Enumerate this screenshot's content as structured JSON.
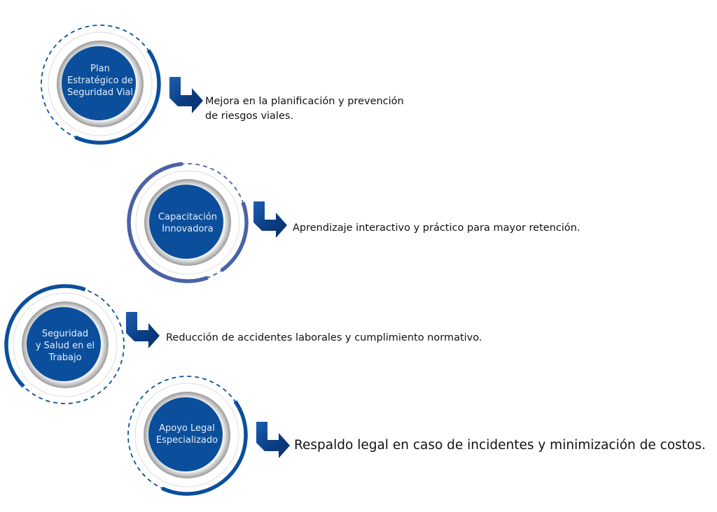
{
  "colors": {
    "primary": "#0b4f9c",
    "secondary": "#4a62a6",
    "ring_gray": "#d9d9d9"
  },
  "items": [
    {
      "title": "Plan Estratégico de Seguridad Vial",
      "title_lines": [
        "Plan",
        "Estratégico de",
        "Seguridad Vial"
      ],
      "description_lines": [
        "Mejora en la planificación y prevención",
        "de riesgos viales."
      ]
    },
    {
      "title": "Capacitación Innovadora",
      "title_lines": [
        "Capacitación",
        "Innovadora"
      ],
      "description_lines": [
        "Aprendizaje interactivo y práctico para mayor retención."
      ]
    },
    {
      "title": "Seguridad y Salud en el Trabajo",
      "title_lines": [
        "Seguridad",
        "y Salud en el",
        "Trabajo"
      ],
      "description_lines": [
        "Reducción de accidentes laborales y cumplimiento normativo."
      ]
    },
    {
      "title": "Apoyo Legal Especializado",
      "title_lines": [
        "Apoyo Legal",
        "Especializado"
      ],
      "description_lines": [
        "Respaldo legal en caso de incidentes y minimización de costos."
      ]
    }
  ]
}
